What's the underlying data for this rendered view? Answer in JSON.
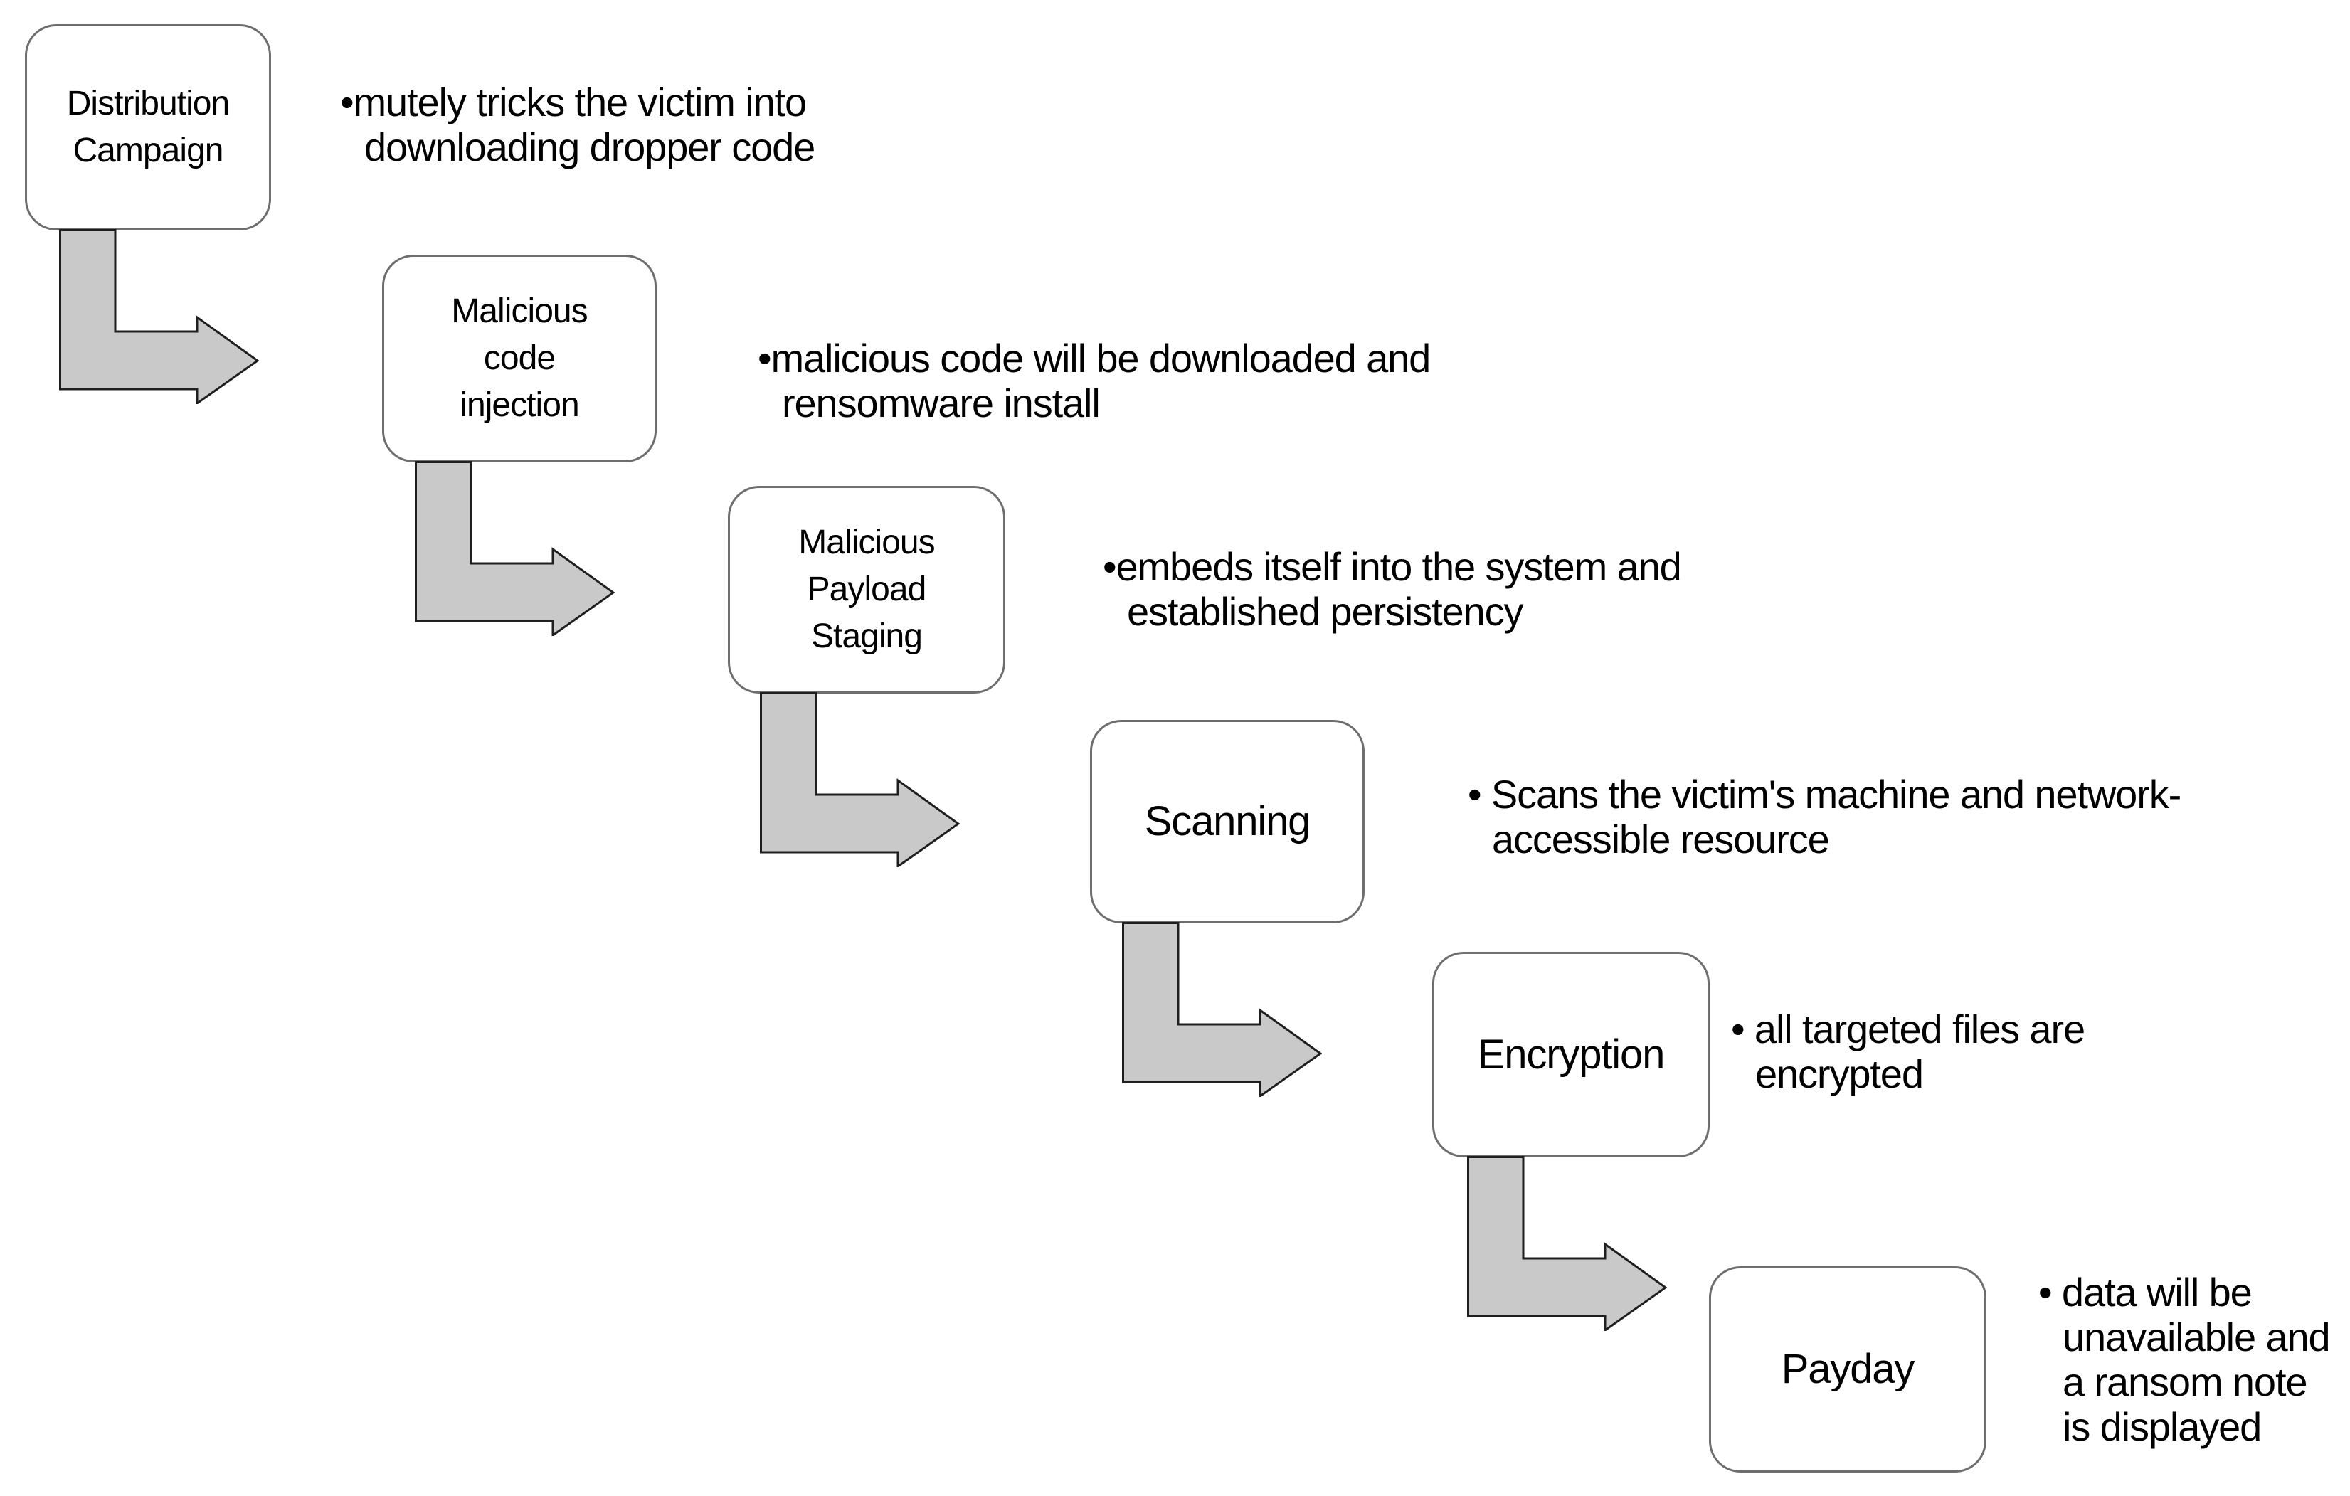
{
  "diagram": {
    "type": "staircase-process-flow",
    "subject": "ransomware attack stages"
  },
  "colors": {
    "background": "#ffffff",
    "box_fill": "#ffffff",
    "box_border": "#6e6e6e",
    "arrow_fill": "#c9c9c9",
    "arrow_outline": "#1f1f1f",
    "text": "#000000"
  },
  "steps": [
    {
      "id": "distribution-campaign",
      "label": "Distribution\nCampaign",
      "bullet": "•mutely tricks the victim into\ndownloading dropper code"
    },
    {
      "id": "malicious-code-injection",
      "label": "Malicious\ncode\ninjection",
      "bullet": "•malicious code will be downloaded and\nrensomware install"
    },
    {
      "id": "malicious-payload-staging",
      "label": "Malicious\nPayload\nStaging",
      "bullet": "•embeds itself into the system and\nestablished persistency"
    },
    {
      "id": "scanning",
      "label": "Scanning",
      "bullet": "• Scans the victim's machine and network-\naccessible resource"
    },
    {
      "id": "encryption",
      "label": "Encryption",
      "bullet": "• all targeted files are\nencrypted"
    },
    {
      "id": "payday",
      "label": "Payday",
      "bullet": "• data will be\nunavailable and\na ransom note\nis displayed"
    }
  ]
}
